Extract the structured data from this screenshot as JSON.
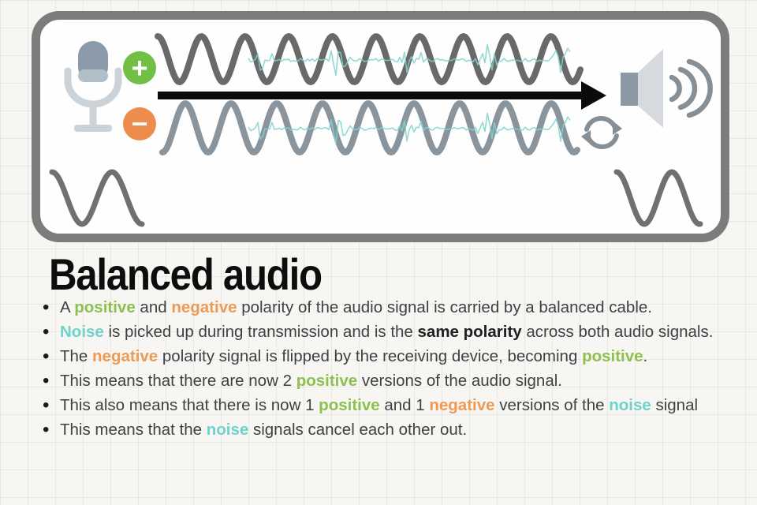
{
  "title": "Balanced audio",
  "colors": {
    "positive": "#8cc152",
    "negative": "#ee9a57",
    "noise": "#6fd2cc",
    "body_text": "#3e4144",
    "heading": "#0d0d0d",
    "panel_border": "#7c7c7c",
    "signal_wave_top": "#696969",
    "signal_wave_bottom": "#8a949c",
    "noise_wave": "#7fd3cd",
    "arrow": "#0b0b0b",
    "badge_positive": "#72bf45",
    "badge_negative": "#ed8c4d",
    "icon_gray": "#878f96",
    "icon_light_gray": "#d6dade",
    "mic_body": "#8a9aa9",
    "mic_stand": "#ccd3d8"
  },
  "diagram": {
    "positive_badge_label": "+",
    "negative_badge_label": "−",
    "icons": [
      "microphone-icon",
      "positive-polarity-badge",
      "negative-polarity-badge",
      "transmission-arrow",
      "polarity-flip-icon",
      "speaker-icon"
    ]
  },
  "bullets": [
    {
      "segments": [
        {
          "text": "A "
        },
        {
          "text": "positive",
          "style": "positive"
        },
        {
          "text": " and "
        },
        {
          "text": "negative",
          "style": "negative"
        },
        {
          "text": " polarity of the audio signal is carried by a balanced cable."
        }
      ]
    },
    {
      "segments": [
        {
          "text": "Noise",
          "style": "noise"
        },
        {
          "text": " is picked up during transmission and is the "
        },
        {
          "text": "same polarity",
          "style": "bold"
        },
        {
          "text": " across both audio signals."
        }
      ]
    },
    {
      "segments": [
        {
          "text": "The "
        },
        {
          "text": "negative",
          "style": "negative"
        },
        {
          "text": " polarity signal is flipped by the receiving device, becoming "
        },
        {
          "text": "positive",
          "style": "positive"
        },
        {
          "text": "."
        }
      ]
    },
    {
      "segments": [
        {
          "text": "This means that there are now 2 "
        },
        {
          "text": "positive",
          "style": "positive"
        },
        {
          "text": " versions of the audio signal."
        }
      ]
    },
    {
      "segments": [
        {
          "text": "This also means that there is now 1 "
        },
        {
          "text": "positive",
          "style": "positive"
        },
        {
          "text": " and 1 "
        },
        {
          "text": "negative",
          "style": "negative"
        },
        {
          "text": " versions of the "
        },
        {
          "text": "noise",
          "style": "noise"
        },
        {
          "text": " signal"
        }
      ]
    },
    {
      "segments": [
        {
          "text": "This means that the "
        },
        {
          "text": "noise",
          "style": "noise"
        },
        {
          "text": " signals cancel each other out."
        }
      ]
    }
  ]
}
